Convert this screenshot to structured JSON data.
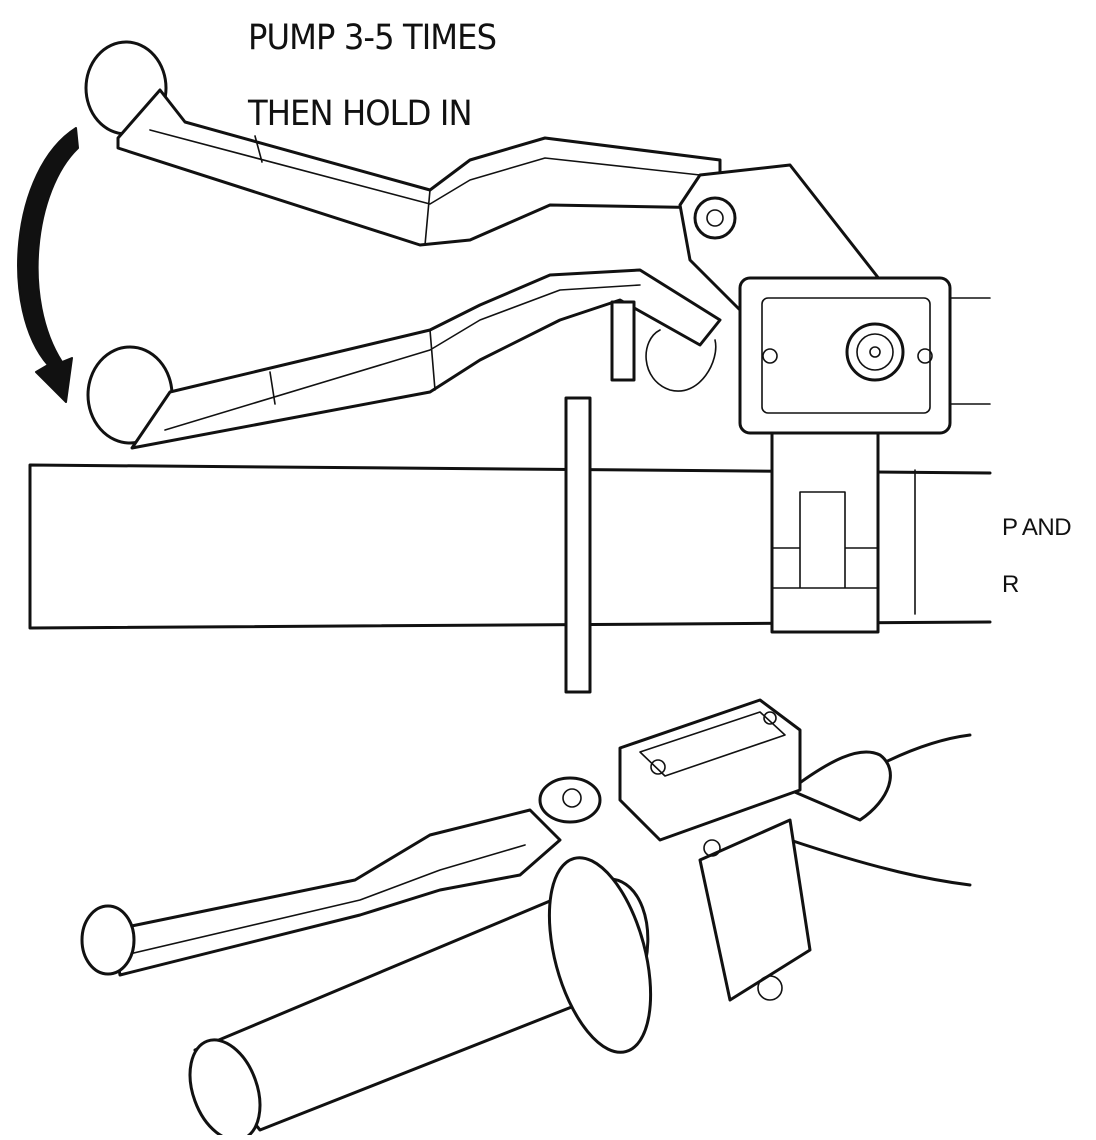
{
  "instructions": {
    "line_1": "PUMP 3-5 TIMES",
    "line_2": "THEN HOLD IN"
  },
  "side_label": {
    "line_1": "P AND",
    "line_2": "R"
  },
  "colors": {
    "ink": "#111111",
    "background": "#ffffff"
  },
  "icons": [
    "curved-arrow-icon"
  ]
}
